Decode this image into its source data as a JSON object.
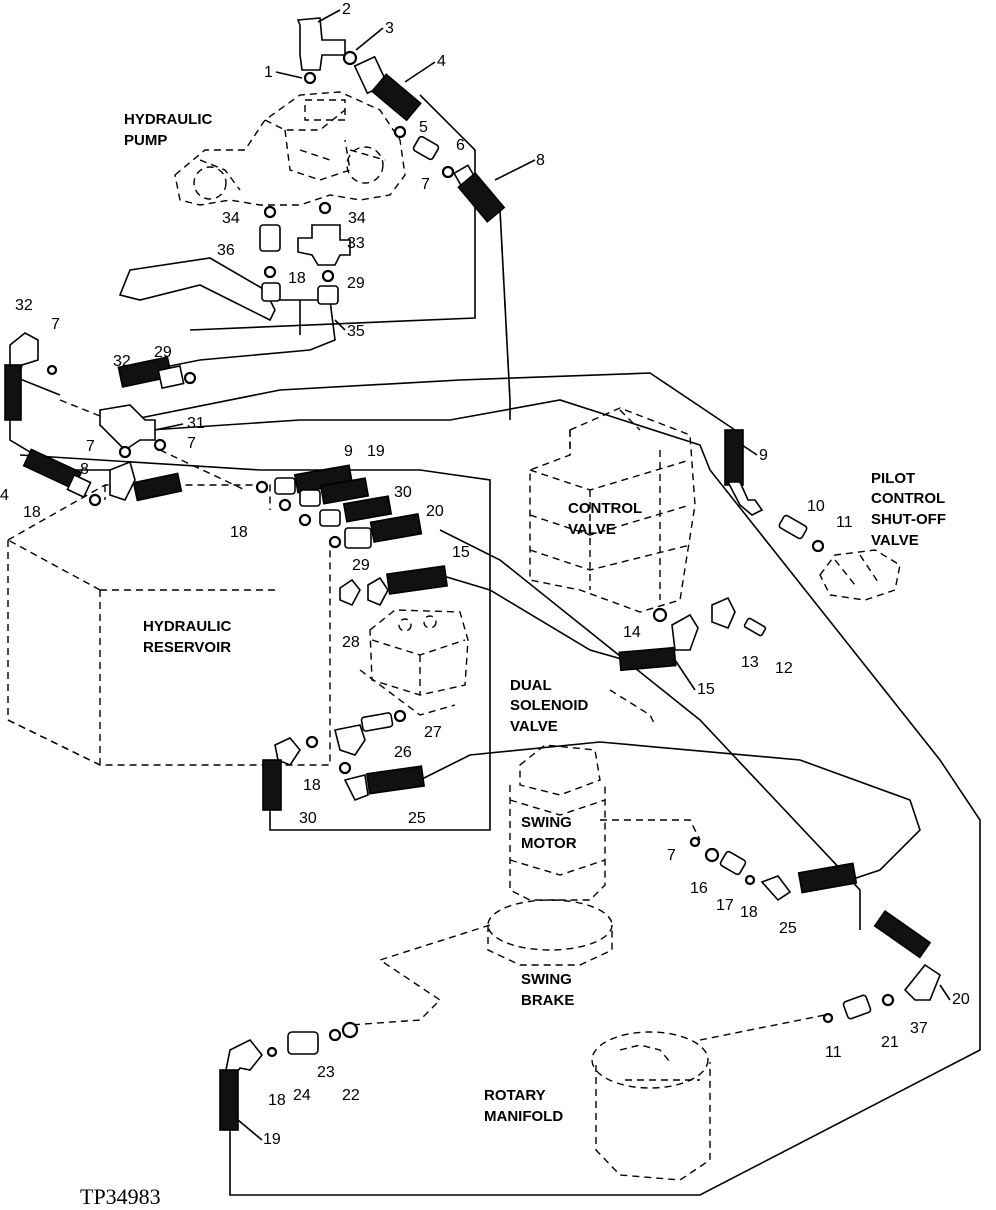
{
  "labels": {
    "hydraulic_pump": [
      "HYDRAULIC",
      "PUMP"
    ],
    "control_valve": [
      "CONTROL",
      "VALVE"
    ],
    "pilot_valve": [
      "PILOT",
      "CONTROL",
      "SHUT-OFF",
      "VALVE"
    ],
    "hydraulic_reservoir": [
      "HYDRAULIC",
      "RESERVOIR"
    ],
    "dual_solenoid_valve": [
      "DUAL",
      "SOLENOID",
      "VALVE"
    ],
    "swing_motor": [
      "SWING",
      "MOTOR"
    ],
    "swing_brake": [
      "SWING",
      "BRAKE"
    ],
    "rotary_manifold": [
      "ROTARY",
      "MANIFOLD"
    ]
  },
  "callouts": [
    "1",
    "2",
    "3",
    "4",
    "5",
    "6",
    "7",
    "8",
    "34",
    "34",
    "36",
    "33",
    "18",
    "29",
    "35",
    "32",
    "7",
    "32",
    "29",
    "31",
    "7",
    "7",
    "4",
    "8",
    "18",
    "9",
    "19",
    "18",
    "30",
    "20",
    "29",
    "15",
    "28",
    "9",
    "10",
    "11",
    "14",
    "13",
    "12",
    "15",
    "27",
    "26",
    "18",
    "30",
    "25",
    "7",
    "16",
    "17",
    "18",
    "25",
    "20",
    "11",
    "21",
    "37",
    "23",
    "22",
    "24",
    "18",
    "19"
  ],
  "figure_code": "TP34983"
}
